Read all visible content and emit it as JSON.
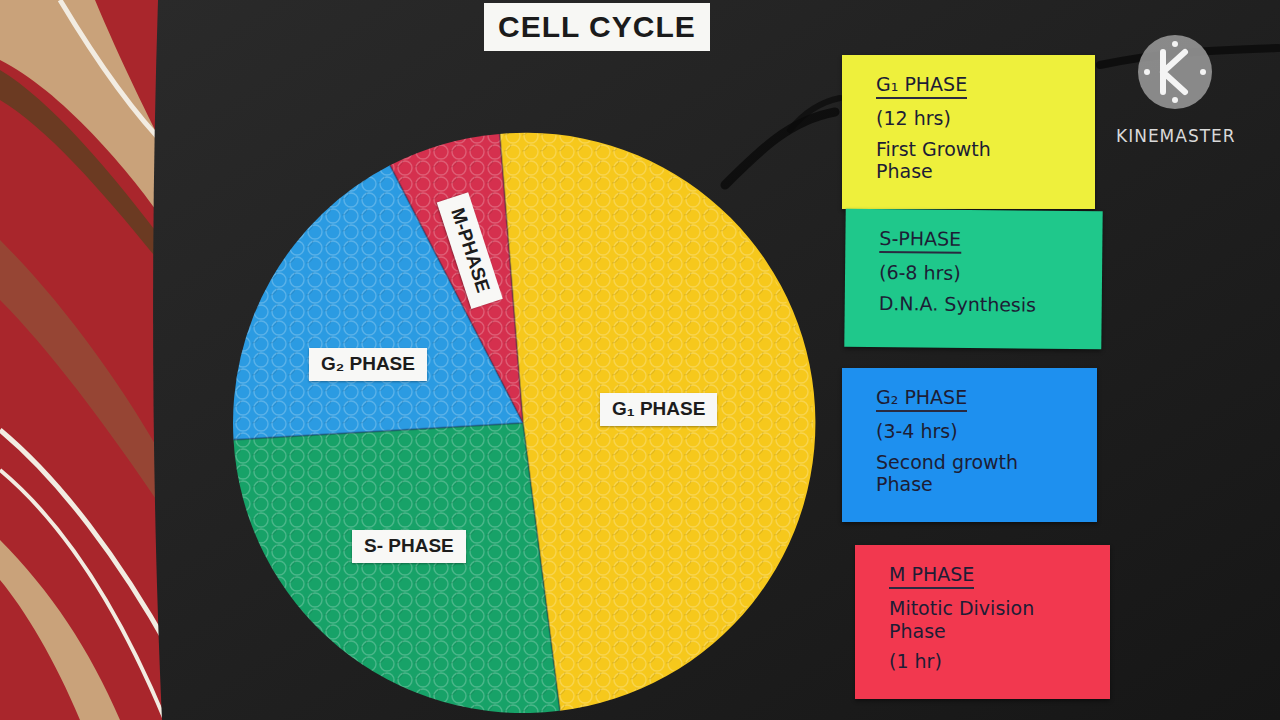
{
  "diagram": {
    "title": "CELL CYCLE",
    "nodes": [
      {
        "text": [
          "M-PHASE"
        ]
      },
      {
        "text": [
          "G₂ PHASE"
        ]
      },
      {
        "text": [
          "G₁ PHASE"
        ]
      },
      {
        "text": [
          "S- PHASE"
        ]
      },
      {
        "text": [
          "G₁ PHASE",
          "(12 hrs)",
          "First Growth Phase"
        ]
      },
      {
        "text": [
          "S-PHASE",
          "(6-8 hrs)",
          "D.N.A. Synthesis"
        ]
      },
      {
        "text": [
          "G₂ PHASE",
          "(3-4 hrs)",
          "Second growth Phase"
        ]
      },
      {
        "text": [
          "M PHASE",
          "Mitotic Division Phase",
          "(1 hr)"
        ]
      }
    ],
    "labels": [
      "KINEMASTER"
    ]
  }
}
